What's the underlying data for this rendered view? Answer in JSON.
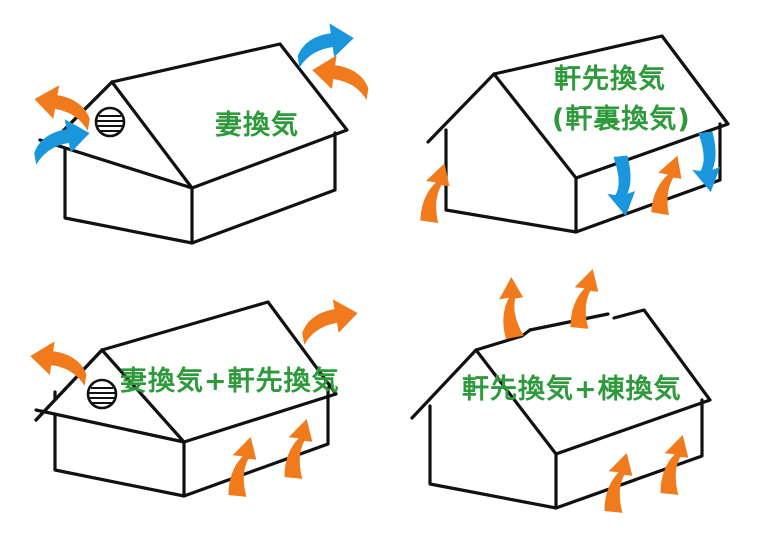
{
  "colors": {
    "label_green": "#2e9a3c",
    "exhaust_orange": "#f07a1c",
    "intake_blue": "#1a96dc",
    "outline": "#111111"
  },
  "panels": [
    {
      "id": "gable",
      "label_lines": [
        "妻換気"
      ],
      "vent_icon": "gable-vent-louver-icon"
    },
    {
      "id": "eaves",
      "label_lines": [
        "軒先換気",
        "(軒裏換気)"
      ]
    },
    {
      "id": "gable-eaves",
      "label_lines": [
        "妻換気+軒先換気"
      ],
      "vent_icon": "gable-vent-louver-icon"
    },
    {
      "id": "eaves-ridge",
      "label_lines": [
        "軒先換気+棟換気"
      ]
    }
  ]
}
